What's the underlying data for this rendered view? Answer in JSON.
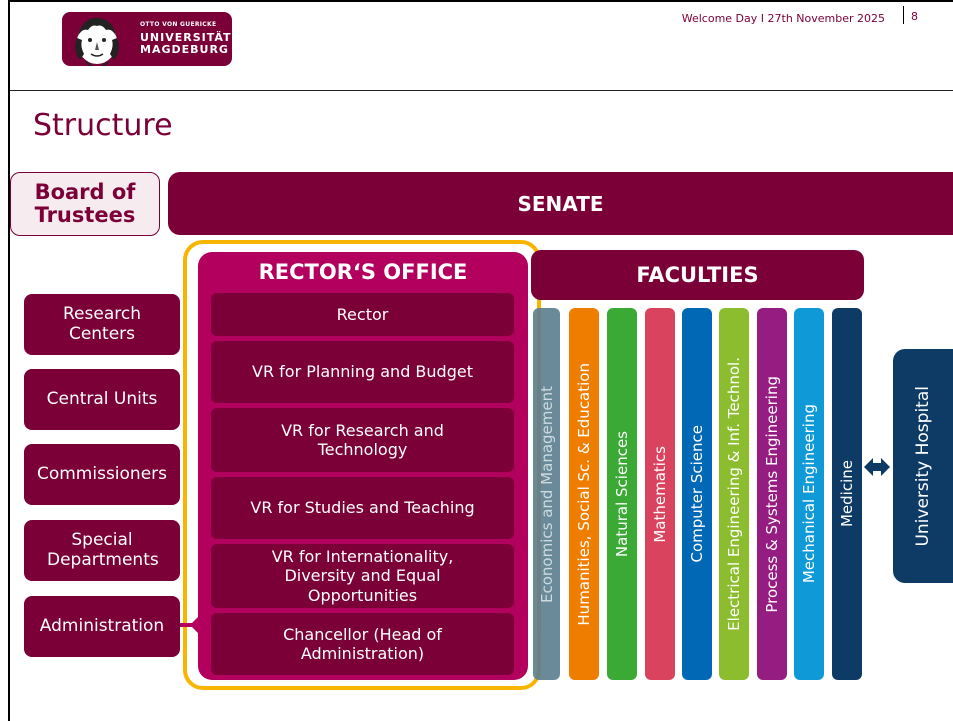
{
  "header": {
    "logo": {
      "line1": "OTTO VON GUERICKE",
      "line2": "UNIVERSITÄT",
      "line3": "MAGDEBURG"
    },
    "meta": "Welcome Day I 27th November 2025",
    "page_number": "8"
  },
  "title": "Structure",
  "board": "Board of Trustees",
  "senate": "SENATE",
  "left_units": [
    "Research Centers",
    "Central Units",
    "Commissioners",
    "Special Departments",
    "Administration"
  ],
  "rectors_office": {
    "title": "RECTOR‘S OFFICE",
    "items": [
      "Rector",
      "VR for Planning and Budget",
      "VR for Research and Technology",
      "VR for Studies and Teaching",
      "VR for Internationality, Diversity and Equal Opportunities",
      "Chancellor (Head of Administration)"
    ]
  },
  "faculties": {
    "title": "FACULTIES",
    "items": [
      {
        "label": "Economics and Management",
        "color": "#5a7d8f"
      },
      {
        "label": "Humanities, Social Sc. & Education",
        "color": "#ef7d00"
      },
      {
        "label": "Natural Sciences",
        "color": "#3aaa35"
      },
      {
        "label": "Mathematics",
        "color": "#d9435e"
      },
      {
        "label": "Computer Science",
        "color": "#0068b4"
      },
      {
        "label": "Electrical Engineering & Inf. Technol.",
        "color": "#8cbd2e"
      },
      {
        "label": "Process & Systems Engineering",
        "color": "#951d81"
      },
      {
        "label": "Mechanical Engineering",
        "color": "#0f9ad7"
      },
      {
        "label": "Medicine",
        "color": "#0d3b66"
      }
    ]
  },
  "university_hospital": "University Hospital",
  "colors": {
    "brand": "#7b0037",
    "rector_bg": "#b3005e",
    "highlight": "#f7b500"
  }
}
